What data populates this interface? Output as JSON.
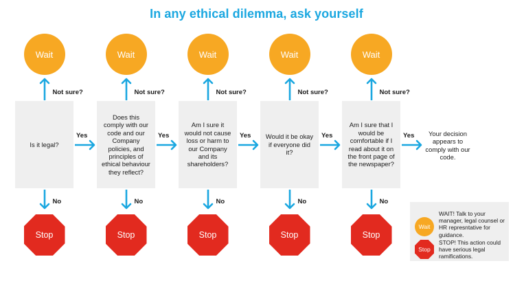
{
  "title": "In any ethical dilemma, ask yourself",
  "colors": {
    "title": "#1aa7e0",
    "wait": "#f7a823",
    "stop": "#e22a1f",
    "arrow": "#1aa7e0",
    "box": "#efefef"
  },
  "wait_label": "Wait",
  "stop_label": "Stop",
  "not_sure_label": "Not sure?",
  "yes_label": "Yes",
  "no_label": "No",
  "steps": [
    {
      "question": "Is it legal?"
    },
    {
      "question": "Does this comply with our code and our Company policies, and principles of ethical behaviour they reflect?"
    },
    {
      "question": "Am I sure it would not cause loss or harm to our Company and its shareholders?"
    },
    {
      "question": "Would it be okay if everyone did it?"
    },
    {
      "question": "Am I sure that I would be comfortable if I read about it on the front page of the newspaper?"
    }
  ],
  "final_outcome": "Your decision appears to comply with our code.",
  "legend": {
    "wait_badge": "Wait",
    "wait_text": "WAIT! Talk to your manager, legal counsel or HR represntative for guidance.",
    "stop_badge": "Stop",
    "stop_text": "STOP! This action could have serious legal ramifications."
  }
}
